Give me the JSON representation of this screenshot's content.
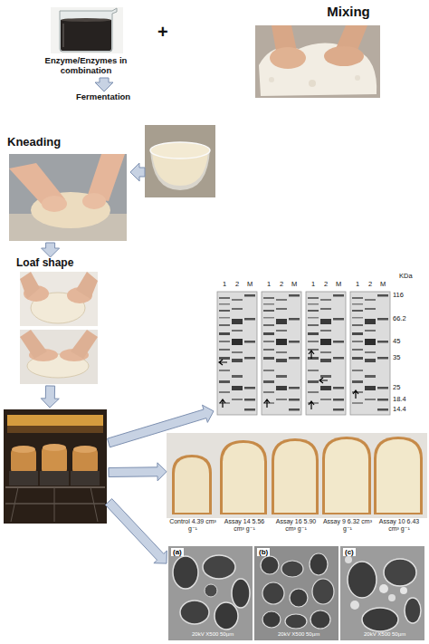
{
  "diagram": {
    "nodes": [
      {
        "text": [
          "Enzyme/Enzymes in combination"
        ]
      },
      {
        "text": [
          "Mixing"
        ]
      },
      {
        "text": [
          "Fermentation"
        ]
      },
      {
        "text": [
          "Kneading"
        ]
      },
      {
        "text": [
          "Loaf shape"
        ]
      },
      {
        "text": []
      },
      {
        "text": [
          "1",
          "2",
          "M",
          "1",
          "2",
          "M",
          "1",
          "2",
          "M",
          "1",
          "2",
          "M",
          "116",
          "66.2",
          "45",
          "35",
          "25",
          "18.4",
          "14.4",
          "KDa"
        ]
      },
      {
        "text": [
          "Control 4.39 cm³ g⁻¹",
          "Assay 14 5.56 cm³ g⁻¹",
          "Assay 16 5.90 cm³ g⁻¹",
          "Assay 9 6.32 cm³ g⁻¹",
          "Assay 10 6.43 cm³ g⁻¹"
        ]
      },
      {
        "text": [
          "(a)",
          "20kV X500 50µm",
          "(b)",
          "20kV X500 50µm",
          "(c)",
          "20kV X500 50µm"
        ]
      }
    ],
    "edges": [
      {
        "from": 0,
        "to": 2,
        "arrow": "to"
      },
      {
        "from": 2,
        "to": 3,
        "arrow": "to"
      },
      {
        "from": 3,
        "to": 4,
        "arrow": "to"
      },
      {
        "from": 4,
        "to": 5,
        "arrow": "to"
      },
      {
        "from": 5,
        "to": 6,
        "arrow": "to"
      },
      {
        "from": 5,
        "to": 7,
        "arrow": "to"
      },
      {
        "from": 5,
        "to": 8,
        "arrow": "to"
      }
    ],
    "labels": [
      "+"
    ]
  }
}
